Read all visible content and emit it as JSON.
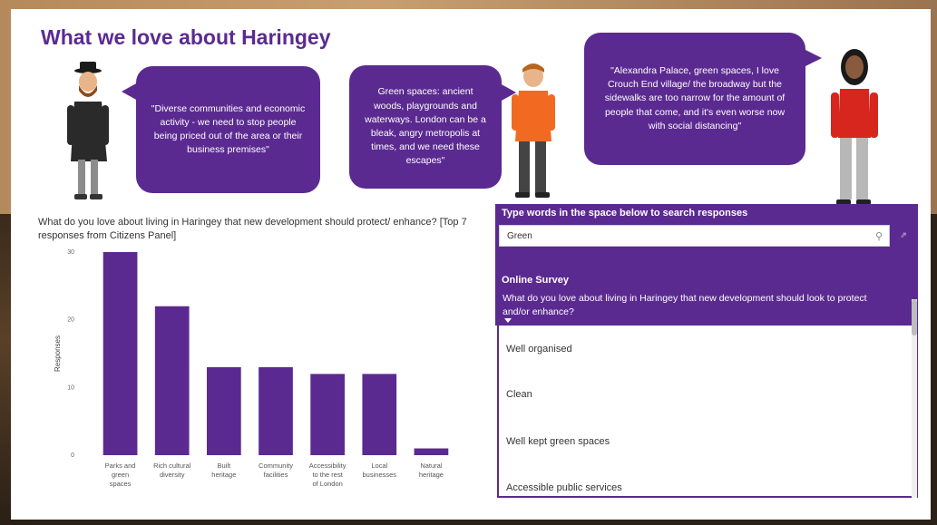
{
  "page": {
    "title": "What we love about Haringey"
  },
  "quotes": [
    {
      "text": "\"Diverse communities and economic activity - we need to stop people being priced out of the area or their business premises\""
    },
    {
      "text": "Green spaces: ancient woods, playgrounds and waterways. London can be a bleak, angry metropolis at times, and we need these escapes\""
    },
    {
      "text": "\"Alexandra Palace, green spaces, I love Crouch End village/ the broadway but the sidewalks are too narrow for the amount of people that come, and it's even worse now with social distancing\""
    }
  ],
  "chart": {
    "title": "What do you love about living in Haringey that new development should protect/ enhance? [Top 7 responses from Citizens Panel]"
  },
  "chart_data": {
    "type": "bar",
    "title": "What do you love about living in Haringey that new development should protect/ enhance? [Top 7 responses from Citizens Panel]",
    "ylabel": "Responses",
    "xlabel": "",
    "categories": [
      [
        "Parks and",
        "green",
        "spaces"
      ],
      [
        "Rich cultural",
        "diversity"
      ],
      [
        "Built",
        "heritage"
      ],
      [
        "Community",
        "facilities"
      ],
      [
        "Accessibility",
        "to the rest",
        "of London"
      ],
      [
        "Local",
        "businesses"
      ],
      [
        "Natural",
        "heritage"
      ]
    ],
    "values": [
      30,
      22,
      13,
      13,
      12,
      12,
      1
    ],
    "ylim": [
      0,
      30
    ],
    "yticks": [
      "0",
      "10",
      "20",
      "30"
    ],
    "grid": false,
    "bar_color": "#5b2a91"
  },
  "search": {
    "heading": "Type words in the space below to search responses",
    "value": "Green",
    "placeholder": ""
  },
  "survey": {
    "heading": "Online Survey",
    "question": "What do you love about living in Haringey that new development should look to protect and/or enhance?",
    "responses": [
      "Well organised",
      "Clean",
      "Well kept green spaces",
      "Accessible public services"
    ]
  },
  "colors": {
    "accent": "#5b2a91"
  }
}
